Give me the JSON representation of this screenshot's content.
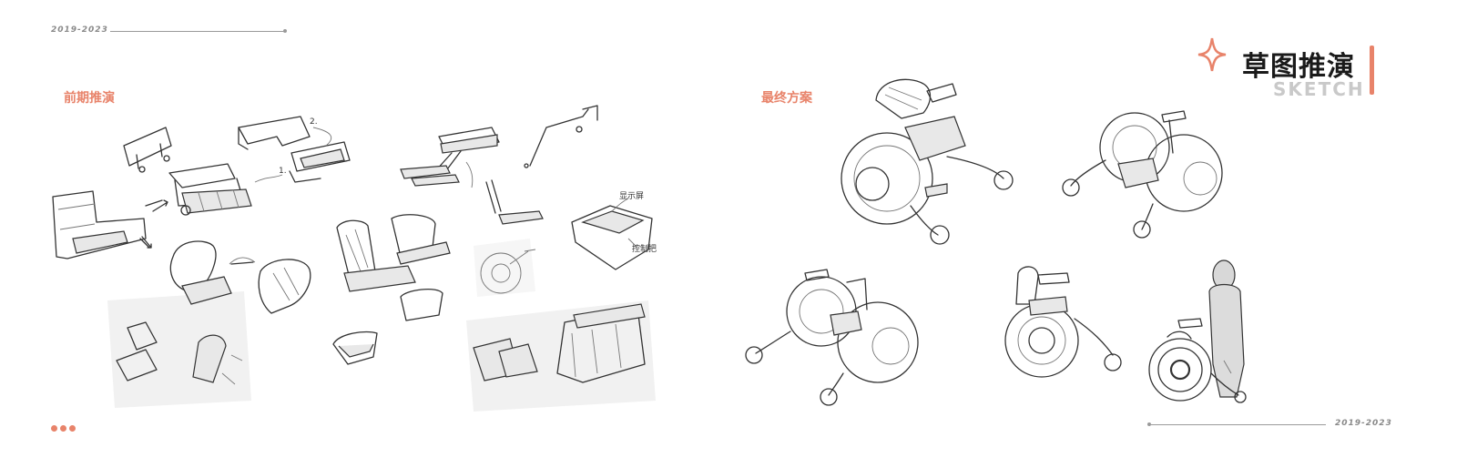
{
  "header": {
    "year_left": "2019-2023",
    "year_right": "2019-2023",
    "title_cn": "草图推演",
    "title_en": "SKETCH"
  },
  "sections": {
    "left_label": "前期推演",
    "right_label": "最终方案"
  },
  "annotations": {
    "display_label": "显示屏",
    "control_label": "控制把",
    "step_1": "1.",
    "step_2": "2."
  },
  "colors": {
    "accent": "#e8836a",
    "text_dark": "#1a1a1a",
    "text_gray": "#c9c9c9"
  }
}
